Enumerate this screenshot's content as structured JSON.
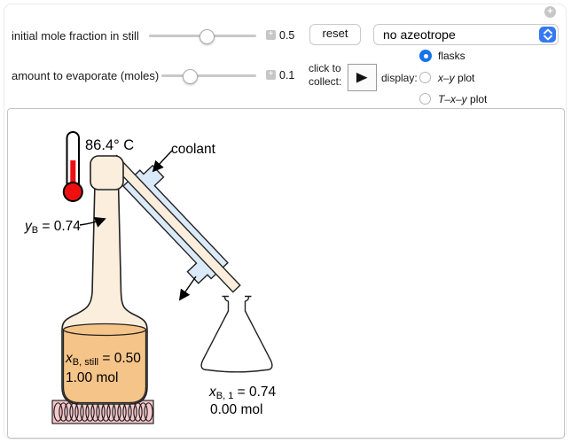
{
  "frame": {
    "expander_icon": "+"
  },
  "icons": {
    "expander": "plus-circle",
    "slider_expander": "plus-box",
    "collect_button": "play-triangle",
    "dropdown_control": "up-down-chevrons"
  },
  "controls": {
    "sliders": [
      {
        "label": "initial mole fraction in still",
        "value": "0.5"
      },
      {
        "label": "amount to evaporate (moles)",
        "value": "0.1"
      }
    ],
    "plus_icon": "+",
    "reset_button": "reset",
    "preset_dropdown": {
      "selected": "no azeotrope"
    },
    "collect": {
      "line1": "click to",
      "line2": "collect:"
    },
    "display_label": "display:",
    "display_options": [
      {
        "prefix": "",
        "label": "flasks",
        "selected": true
      },
      {
        "prefix": "x–y",
        "label": " plot",
        "selected": false
      },
      {
        "prefix": "T–x–y",
        "label": " plot",
        "selected": false
      }
    ]
  },
  "diagram": {
    "temperature": "86.4° C",
    "coolant_label": "coolant",
    "vapor_label": {
      "base": "y",
      "sub": "B",
      "rest": " = 0.74"
    },
    "still_label": {
      "base": "x",
      "sub": "B, still",
      "rest": " = 0.50",
      "amount": "1.00 mol"
    },
    "collection_flask_label": {
      "base": "x",
      "sub": "B, 1",
      "rest": " = 0.74",
      "amount": "0.00 mol"
    }
  },
  "colors": {
    "accent_blue": "#1673f0",
    "spinner_blue": "#3478f6",
    "glass_cream": "#fbeedd",
    "liquid_orange": "#f5c488",
    "coolant_blue": "#dbeafa",
    "heater_pink": "#f8c8cd",
    "thermometer_red": "#ee1010"
  }
}
